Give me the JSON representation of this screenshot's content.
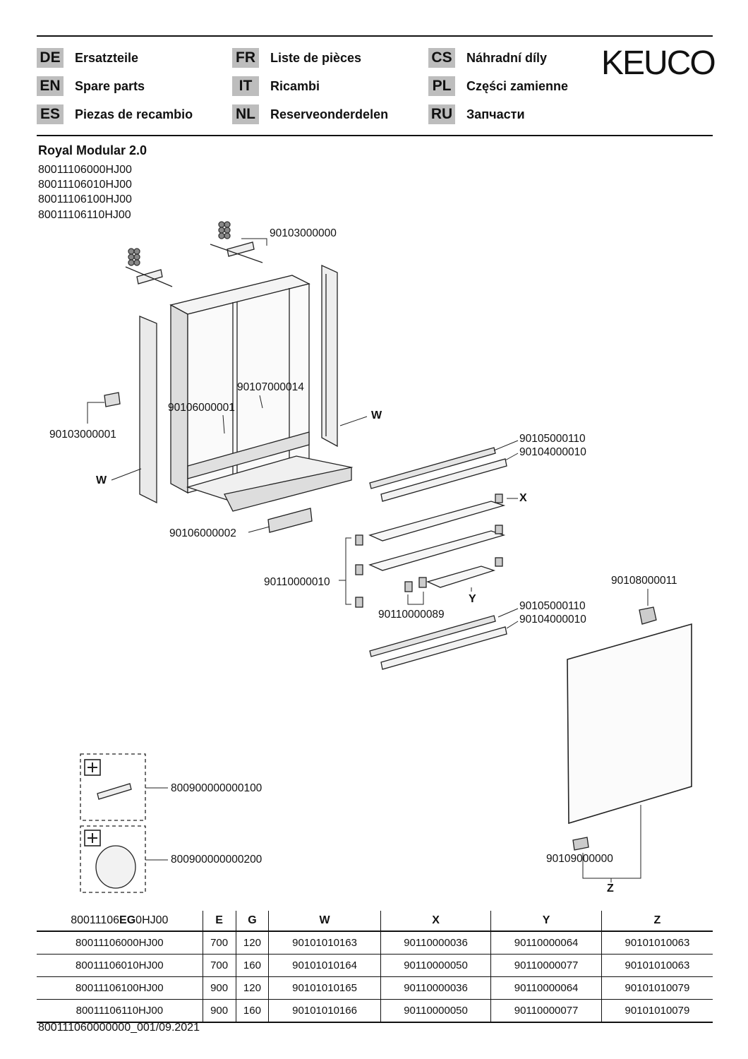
{
  "header": {
    "languages": [
      {
        "code": "DE",
        "name": "Ersatzteile"
      },
      {
        "code": "EN",
        "name": "Spare parts"
      },
      {
        "code": "ES",
        "name": "Piezas de recambio"
      },
      {
        "code": "FR",
        "name": "Liste de pièces"
      },
      {
        "code": "IT",
        "name": "Ricambi"
      },
      {
        "code": "NL",
        "name": "Reserveonderdelen"
      },
      {
        "code": "CS",
        "name": "Náhradní díly"
      },
      {
        "code": "PL",
        "name": "Części zamienne"
      },
      {
        "code": "RU",
        "name": "Запчасти"
      }
    ],
    "brand": "KEUCO"
  },
  "product": {
    "title": "Royal Modular 2.0",
    "models": [
      "80011106000HJ00",
      "80011106010HJ00",
      "80011106100HJ00",
      "80011106110HJ00"
    ]
  },
  "labels": {
    "p_90103000000": "90103000000",
    "p_90107000014": "90107000014",
    "p_90106000001": "90106000001",
    "p_90103000001": "90103000001",
    "w_right": "W",
    "w_left": "W",
    "p_90105000110_a": "90105000110",
    "p_90104000010_a": "90104000010",
    "x": "X",
    "p_90106000002": "90106000002",
    "p_90110000010": "90110000010",
    "p_90110000089": "90110000089",
    "y": "Y",
    "p_90105000110_b": "90105000110",
    "p_90104000010_b": "90104000010",
    "p_90108000011": "90108000011",
    "p_800900000000100": "800900000000100",
    "p_800900000000200": "800900000000200",
    "p_90109000000": "90109000000",
    "z": "Z"
  },
  "table": {
    "header_prefix": "80011106",
    "header_bold": "EG",
    "header_suffix": "0HJ00",
    "columns": [
      "E",
      "G",
      "W",
      "X",
      "Y",
      "Z"
    ],
    "rows": [
      [
        "80011106000HJ00",
        "700",
        "120",
        "90101010163",
        "90110000036",
        "90110000064",
        "90101010063"
      ],
      [
        "80011106010HJ00",
        "700",
        "160",
        "90101010164",
        "90110000050",
        "90110000077",
        "90101010063"
      ],
      [
        "80011106100HJ00",
        "900",
        "120",
        "90101010165",
        "90110000036",
        "90110000064",
        "90101010079"
      ],
      [
        "80011106110HJ00",
        "900",
        "160",
        "90101010166",
        "90110000050",
        "90110000077",
        "90101010079"
      ]
    ]
  },
  "footer": {
    "doc_number": "800111060000000_001/09.2021"
  }
}
